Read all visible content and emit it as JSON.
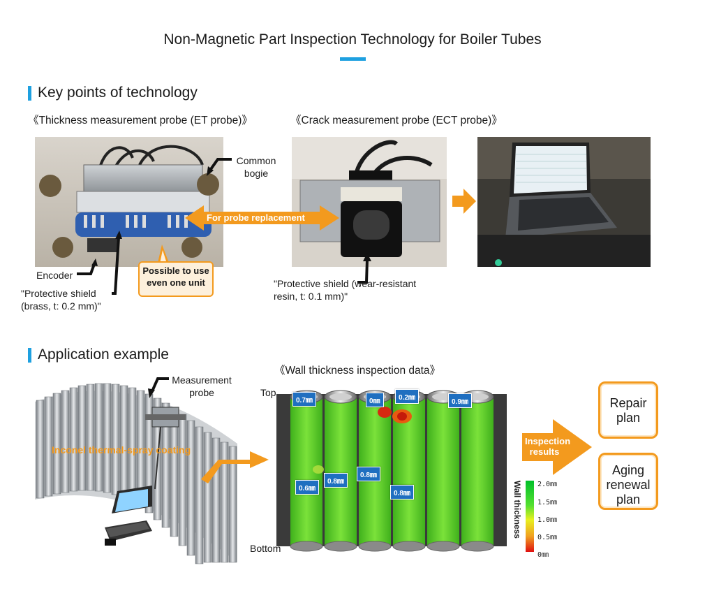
{
  "page": {
    "title": "Non-Magnetic Part Inspection Technology for Boiler Tubes"
  },
  "key_points": {
    "heading": "Key points of technology",
    "et_probe_title": "《Thickness measurement probe (ET probe)》",
    "ect_probe_title": "《Crack measurement probe (ECT probe)》",
    "common_bogie": "Common bogie",
    "probe_replacement": "For probe replacement",
    "encoder": "Encoder",
    "one_unit_callout": "Possible to use even one unit",
    "shield_brass": "\"Protective shield (brass, t: 0.2 mm)\"",
    "shield_resin": "\"Protective shield (wear-resistant resin, t: 0.1 mm)\""
  },
  "application": {
    "heading": "Application example",
    "measurement_probe": "Measurement probe",
    "coating": "Inconel thermal-spray coating",
    "data_title": "《Wall thickness inspection data》",
    "top": "Top",
    "bottom": "Bottom",
    "tags": [
      "0.7㎜",
      "0㎜",
      "0.2㎜",
      "0.9㎜",
      "0.6㎜",
      "0.8㎜",
      "0.8㎜",
      "0.8㎜"
    ],
    "inspection_results": "Inspection results",
    "repair_plan": "Repair plan",
    "aging_plan": "Aging renewal plan",
    "scale_axis": "Wall thickness",
    "scale_ticks": [
      "2.0㎜",
      "1.5㎜",
      "1.0㎜",
      "0.5㎜",
      "0㎜"
    ]
  },
  "colors": {
    "accent": "#1ea0e0",
    "orange": "#f39a1e",
    "tag_blue": "#1f6fc0",
    "good_green": "#4fd12a"
  }
}
